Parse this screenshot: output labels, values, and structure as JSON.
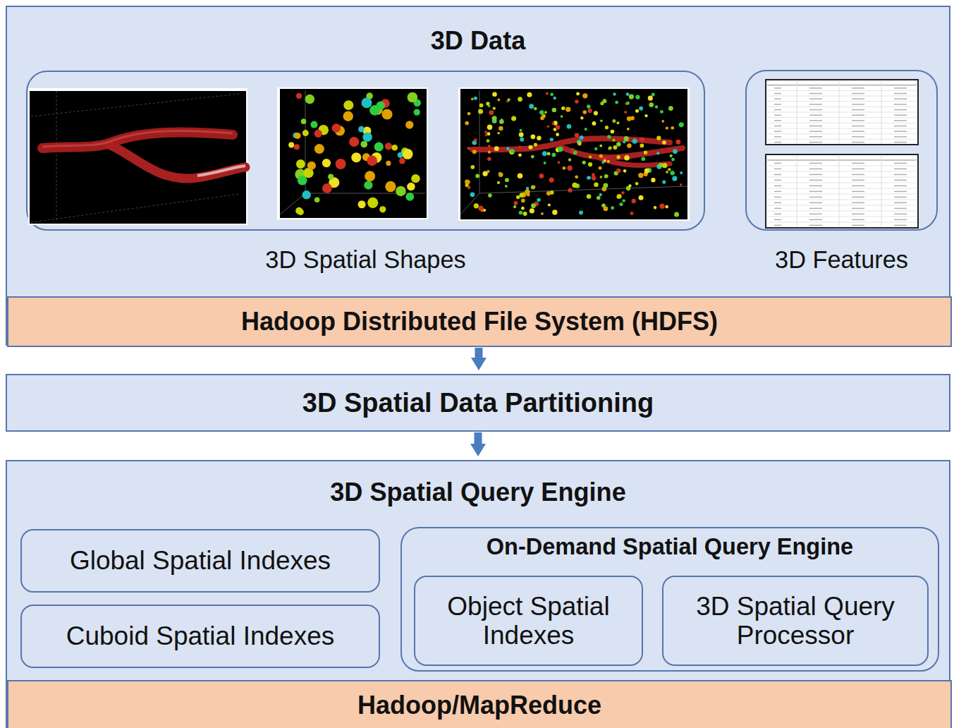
{
  "diagram": {
    "nodes": [
      {
        "text": [
          "3D Data"
        ]
      },
      {
        "text": [
          "3D Spatial Shapes"
        ],
        "in": 0
      },
      {
        "text": [
          "3D Features"
        ],
        "in": 0
      },
      {
        "text": [
          "Hadoop Distributed File System (HDFS)"
        ],
        "in": 0
      },
      {
        "text": [
          "3D Spatial Data Partitioning"
        ]
      },
      {
        "text": [
          "3D Spatial Query Engine"
        ]
      },
      {
        "text": [
          "Global Spatial Indexes"
        ],
        "in": 5
      },
      {
        "text": [
          "Cuboid Spatial Indexes"
        ],
        "in": 5
      },
      {
        "text": [
          "On-Demand Spatial Query Engine"
        ],
        "in": 5
      },
      {
        "text": [
          "Object Spatial Indexes"
        ],
        "in": 8
      },
      {
        "text": [
          "3D Spatial Query Processor"
        ],
        "in": 8
      },
      {
        "text": [
          "Hadoop/MapReduce"
        ],
        "in": 5
      }
    ],
    "edges": [
      {
        "from": 3,
        "to": 4,
        "arrow": "to"
      },
      {
        "from": 4,
        "to": 5,
        "arrow": "to"
      }
    ]
  }
}
